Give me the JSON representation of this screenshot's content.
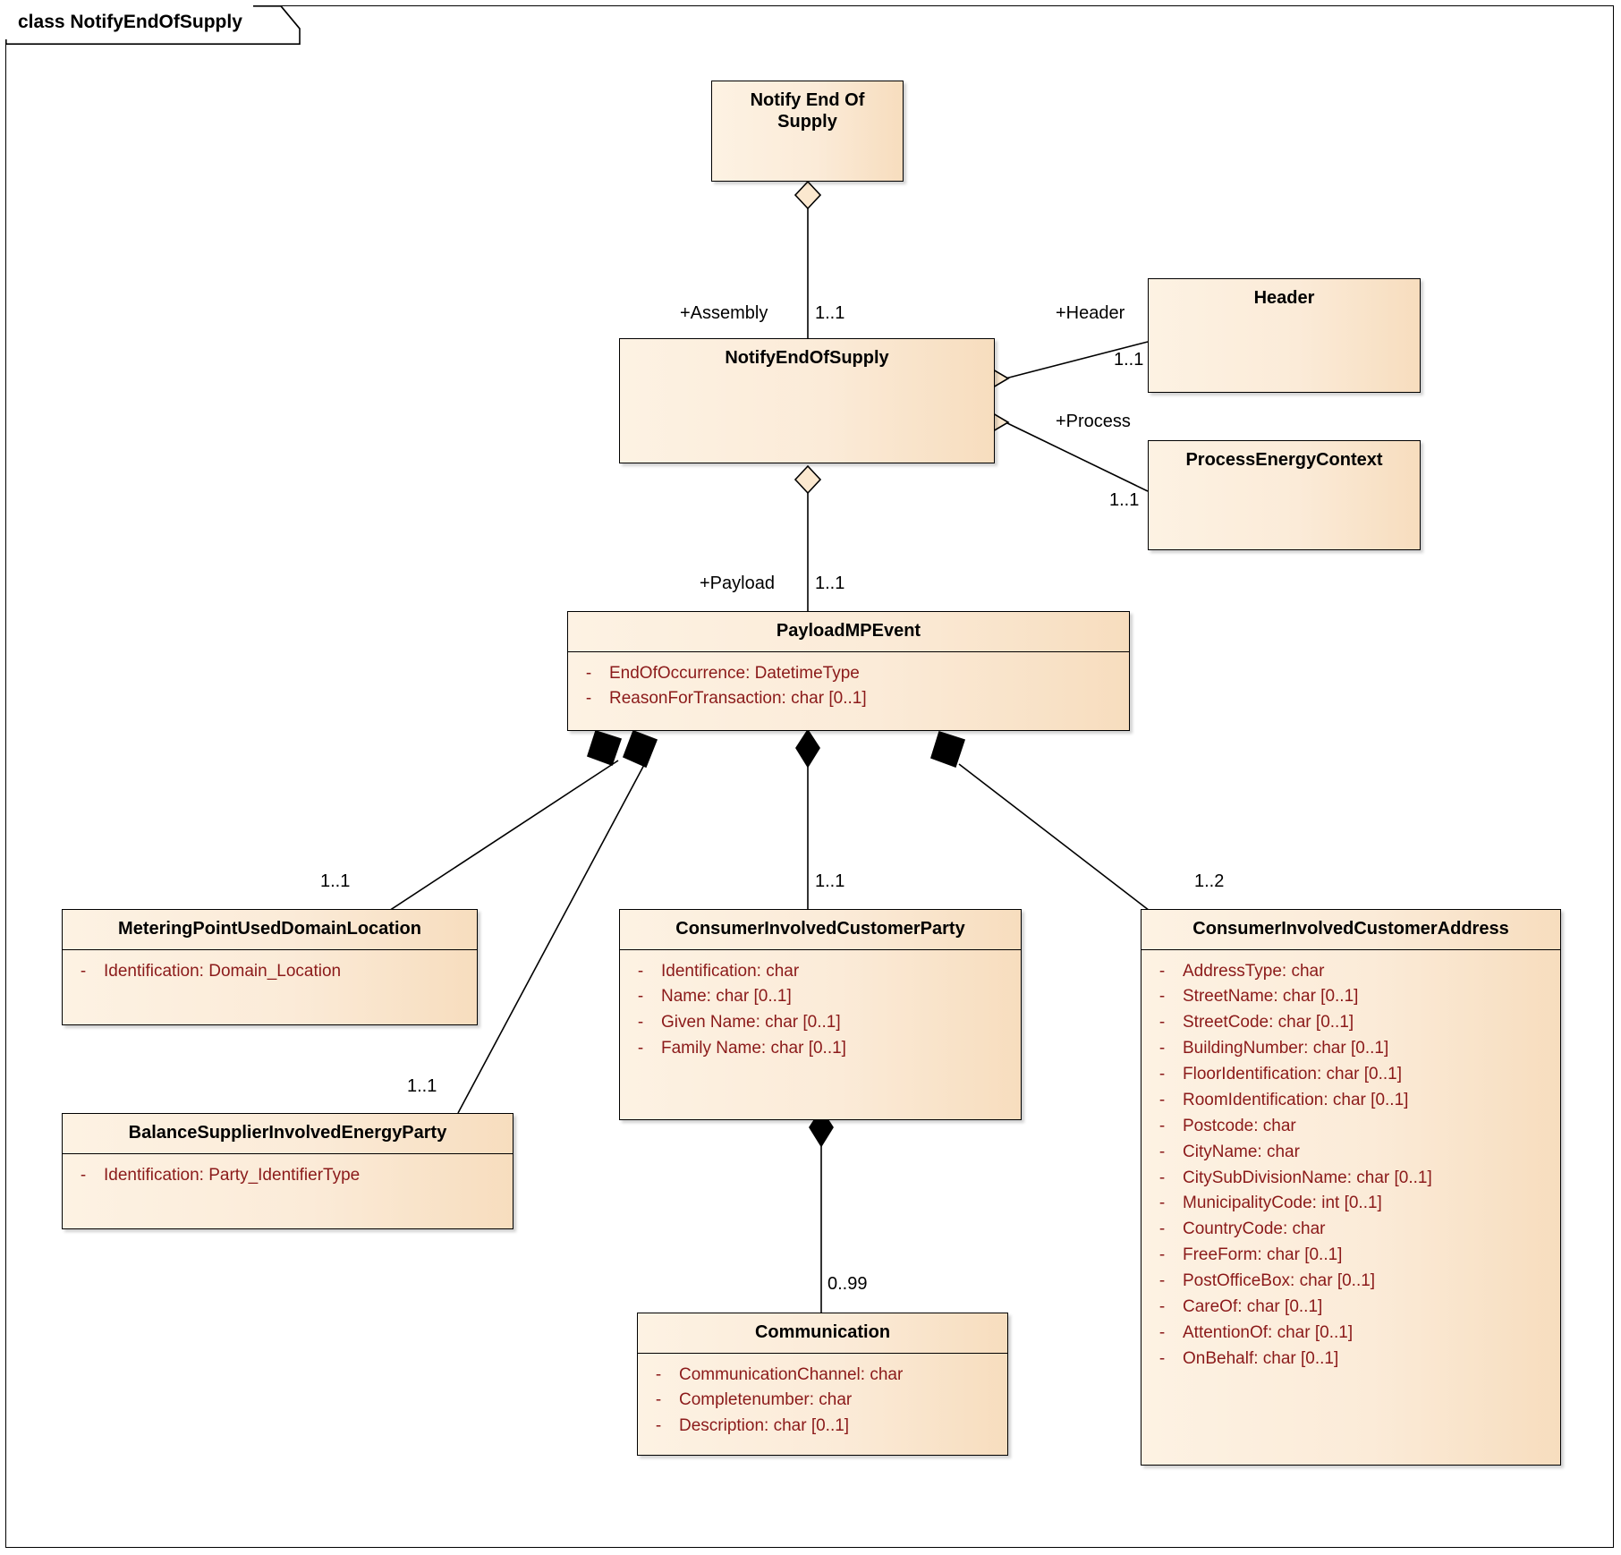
{
  "diagram": {
    "tab_label": "class NotifyEndOfSupply",
    "type": "uml-class-diagram"
  },
  "classes": {
    "notify_end_of_supply_actor": {
      "name": "Notify End Of\nSupply",
      "attributes": []
    },
    "notify_end_of_supply": {
      "name": "NotifyEndOfSupply",
      "attributes": []
    },
    "header": {
      "name": "Header",
      "attributes": []
    },
    "process_energy_context": {
      "name": "ProcessEnergyContext",
      "attributes": []
    },
    "payload_mp_event": {
      "name": "PayloadMPEvent",
      "attributes": [
        {
          "visibility": "-",
          "signature": "EndOfOccurrence: DatetimeType"
        },
        {
          "visibility": "-",
          "signature": "ReasonForTransaction: char [0..1]"
        }
      ]
    },
    "metering_point_used_domain_location": {
      "name": "MeteringPointUsedDomainLocation",
      "attributes": [
        {
          "visibility": "-",
          "signature": "Identification: Domain_Location"
        }
      ]
    },
    "balance_supplier_involved_energy_party": {
      "name": "BalanceSupplierInvolvedEnergyParty",
      "attributes": [
        {
          "visibility": "-",
          "signature": "Identification: Party_IdentifierType"
        }
      ]
    },
    "consumer_involved_customer_party": {
      "name": "ConsumerInvolvedCustomerParty",
      "attributes": [
        {
          "visibility": "-",
          "signature": "Identification: char"
        },
        {
          "visibility": "-",
          "signature": "Name: char [0..1]"
        },
        {
          "visibility": "-",
          "signature": "Given Name: char [0..1]"
        },
        {
          "visibility": "-",
          "signature": "Family Name: char [0..1]"
        }
      ]
    },
    "communication": {
      "name": "Communication",
      "attributes": [
        {
          "visibility": "-",
          "signature": "CommunicationChannel: char"
        },
        {
          "visibility": "-",
          "signature": "Completenumber: char"
        },
        {
          "visibility": "-",
          "signature": "Description: char [0..1]"
        }
      ]
    },
    "consumer_involved_customer_address": {
      "name": "ConsumerInvolvedCustomerAddress",
      "attributes": [
        {
          "visibility": "-",
          "signature": "AddressType: char"
        },
        {
          "visibility": "-",
          "signature": "StreetName: char [0..1]"
        },
        {
          "visibility": "-",
          "signature": "StreetCode: char [0..1]"
        },
        {
          "visibility": "-",
          "signature": "BuildingNumber: char [0..1]"
        },
        {
          "visibility": "-",
          "signature": "FloorIdentification: char [0..1]"
        },
        {
          "visibility": "-",
          "signature": "RoomIdentification: char [0..1]"
        },
        {
          "visibility": "-",
          "signature": "Postcode: char"
        },
        {
          "visibility": "-",
          "signature": "CityName: char"
        },
        {
          "visibility": "-",
          "signature": "CitySubDivisionName: char [0..1]"
        },
        {
          "visibility": "-",
          "signature": "MunicipalityCode: int [0..1]"
        },
        {
          "visibility": "-",
          "signature": "CountryCode: char"
        },
        {
          "visibility": "-",
          "signature": "FreeForm: char [0..1]"
        },
        {
          "visibility": "-",
          "signature": "PostOfficeBox: char [0..1]"
        },
        {
          "visibility": "-",
          "signature": "CareOf: char [0..1]"
        },
        {
          "visibility": "-",
          "signature": "AttentionOf: char [0..1]"
        },
        {
          "visibility": "-",
          "signature": "OnBehalf: char [0..1]"
        }
      ]
    }
  },
  "connectors": [
    {
      "role": "+Assembly",
      "multiplicity": "1..1",
      "from": "notify_end_of_supply_actor",
      "to": "notify_end_of_supply",
      "aggregation": "shared"
    },
    {
      "role": "+Header",
      "multiplicity": "1..1",
      "from": "notify_end_of_supply",
      "to": "header",
      "aggregation": "shared"
    },
    {
      "role": "+Process",
      "multiplicity": "1..1",
      "from": "notify_end_of_supply",
      "to": "process_energy_context",
      "aggregation": "shared"
    },
    {
      "role": "+Payload",
      "multiplicity": "1..1",
      "from": "notify_end_of_supply",
      "to": "payload_mp_event",
      "aggregation": "shared"
    },
    {
      "role": "",
      "multiplicity": "1..1",
      "from": "payload_mp_event",
      "to": "metering_point_used_domain_location",
      "aggregation": "composite"
    },
    {
      "role": "",
      "multiplicity": "1..1",
      "from": "payload_mp_event",
      "to": "balance_supplier_involved_energy_party",
      "aggregation": "composite"
    },
    {
      "role": "",
      "multiplicity": "1..1",
      "from": "payload_mp_event",
      "to": "consumer_involved_customer_party",
      "aggregation": "composite"
    },
    {
      "role": "",
      "multiplicity": "1..2",
      "from": "payload_mp_event",
      "to": "consumer_involved_customer_address",
      "aggregation": "composite"
    },
    {
      "role": "",
      "multiplicity": "0..99",
      "from": "consumer_involved_customer_party",
      "to": "communication",
      "aggregation": "composite"
    }
  ],
  "labels": {
    "assembly_role": "+Assembly",
    "assembly_mult": "1..1",
    "header_role": "+Header",
    "header_mult": "1..1",
    "process_role": "+Process",
    "process_mult": "1..1",
    "payload_role": "+Payload",
    "payload_mult": "1..1",
    "mpudl_mult": "1..1",
    "bsiep_mult": "1..1",
    "cicp_mult": "1..1",
    "cica_mult": "1..2",
    "comm_mult": "0..99"
  },
  "colors": {
    "box_fill_light": "#fdf2e3",
    "box_fill_dark": "#f7ddbe",
    "border": "#000000",
    "title_text": "#000000",
    "attribute_text": "#8b1a1a",
    "page_background": "#ffffff"
  }
}
